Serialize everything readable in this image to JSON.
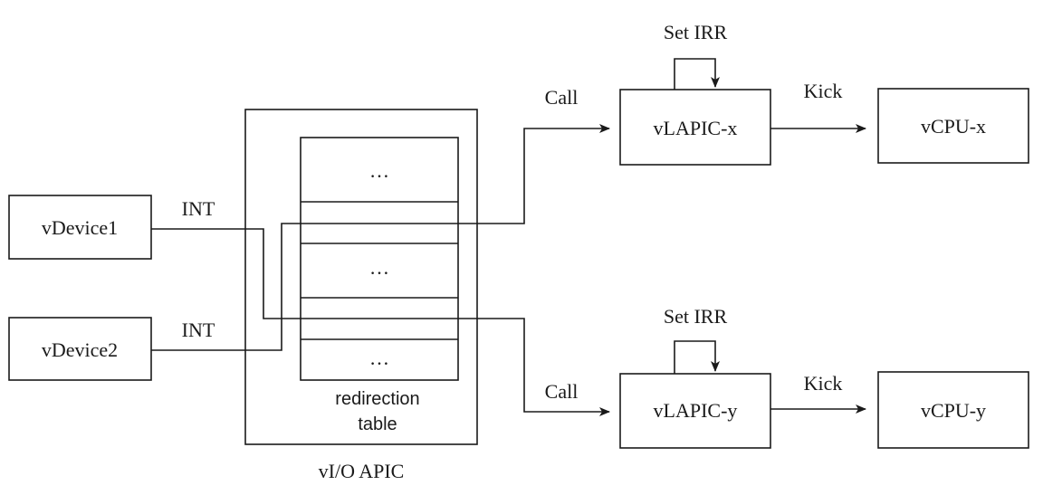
{
  "devices": {
    "vdevice1": "vDevice1",
    "vdevice2": "vDevice2"
  },
  "signals": {
    "int_1": "INT",
    "int_2": "INT",
    "call_x": "Call",
    "call_y": "Call",
    "kick_x": "Kick",
    "kick_y": "Kick",
    "set_irr_x": "Set IRR",
    "set_irr_y": "Set IRR"
  },
  "ioapic": {
    "label": "vI/O APIC",
    "table_line1": "redirection",
    "table_line2": "table",
    "ellipsis_top": "…",
    "ellipsis_mid": "…",
    "ellipsis_bottom": "…"
  },
  "lapic": {
    "x": "vLAPIC-x",
    "y": "vLAPIC-y"
  },
  "vcpu": {
    "x": "vCPU-x",
    "y": "vCPU-y"
  }
}
